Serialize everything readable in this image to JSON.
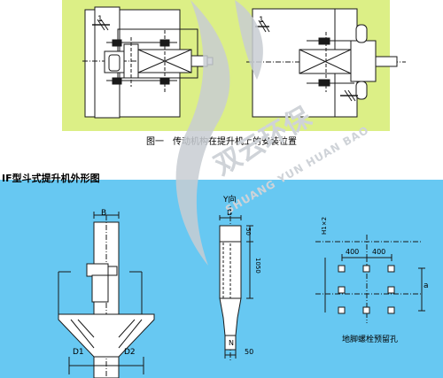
{
  "figure1": {
    "caption": "图一　传动机构在提升机上的安装位置",
    "left_label": "1",
    "right_label": "1"
  },
  "watermark": {
    "brand_cn": "双云环保",
    "brand_pinyin": "SHUANG YUN HUAN BAO"
  },
  "figure2": {
    "title": "IF型斗式提升机外形图",
    "label_B_left": "B",
    "label_D1": "D1",
    "label_D2": "D2",
    "label_Y_dir": "Y向",
    "label_B_mid": "B",
    "label_50_top": "50",
    "label_1050": "1050",
    "label_N": "N",
    "label_50_bottom": "50",
    "label_400_left": "400",
    "label_400_right": "400",
    "label_a": "a",
    "label_vertical": "H1×2",
    "label_anchor": "地脚螺栓预留孔"
  },
  "colors": {
    "top_panel_bg": "#dcef86",
    "bottom_panel_bg": "#67c8f2",
    "line": "#1a1a1a"
  }
}
